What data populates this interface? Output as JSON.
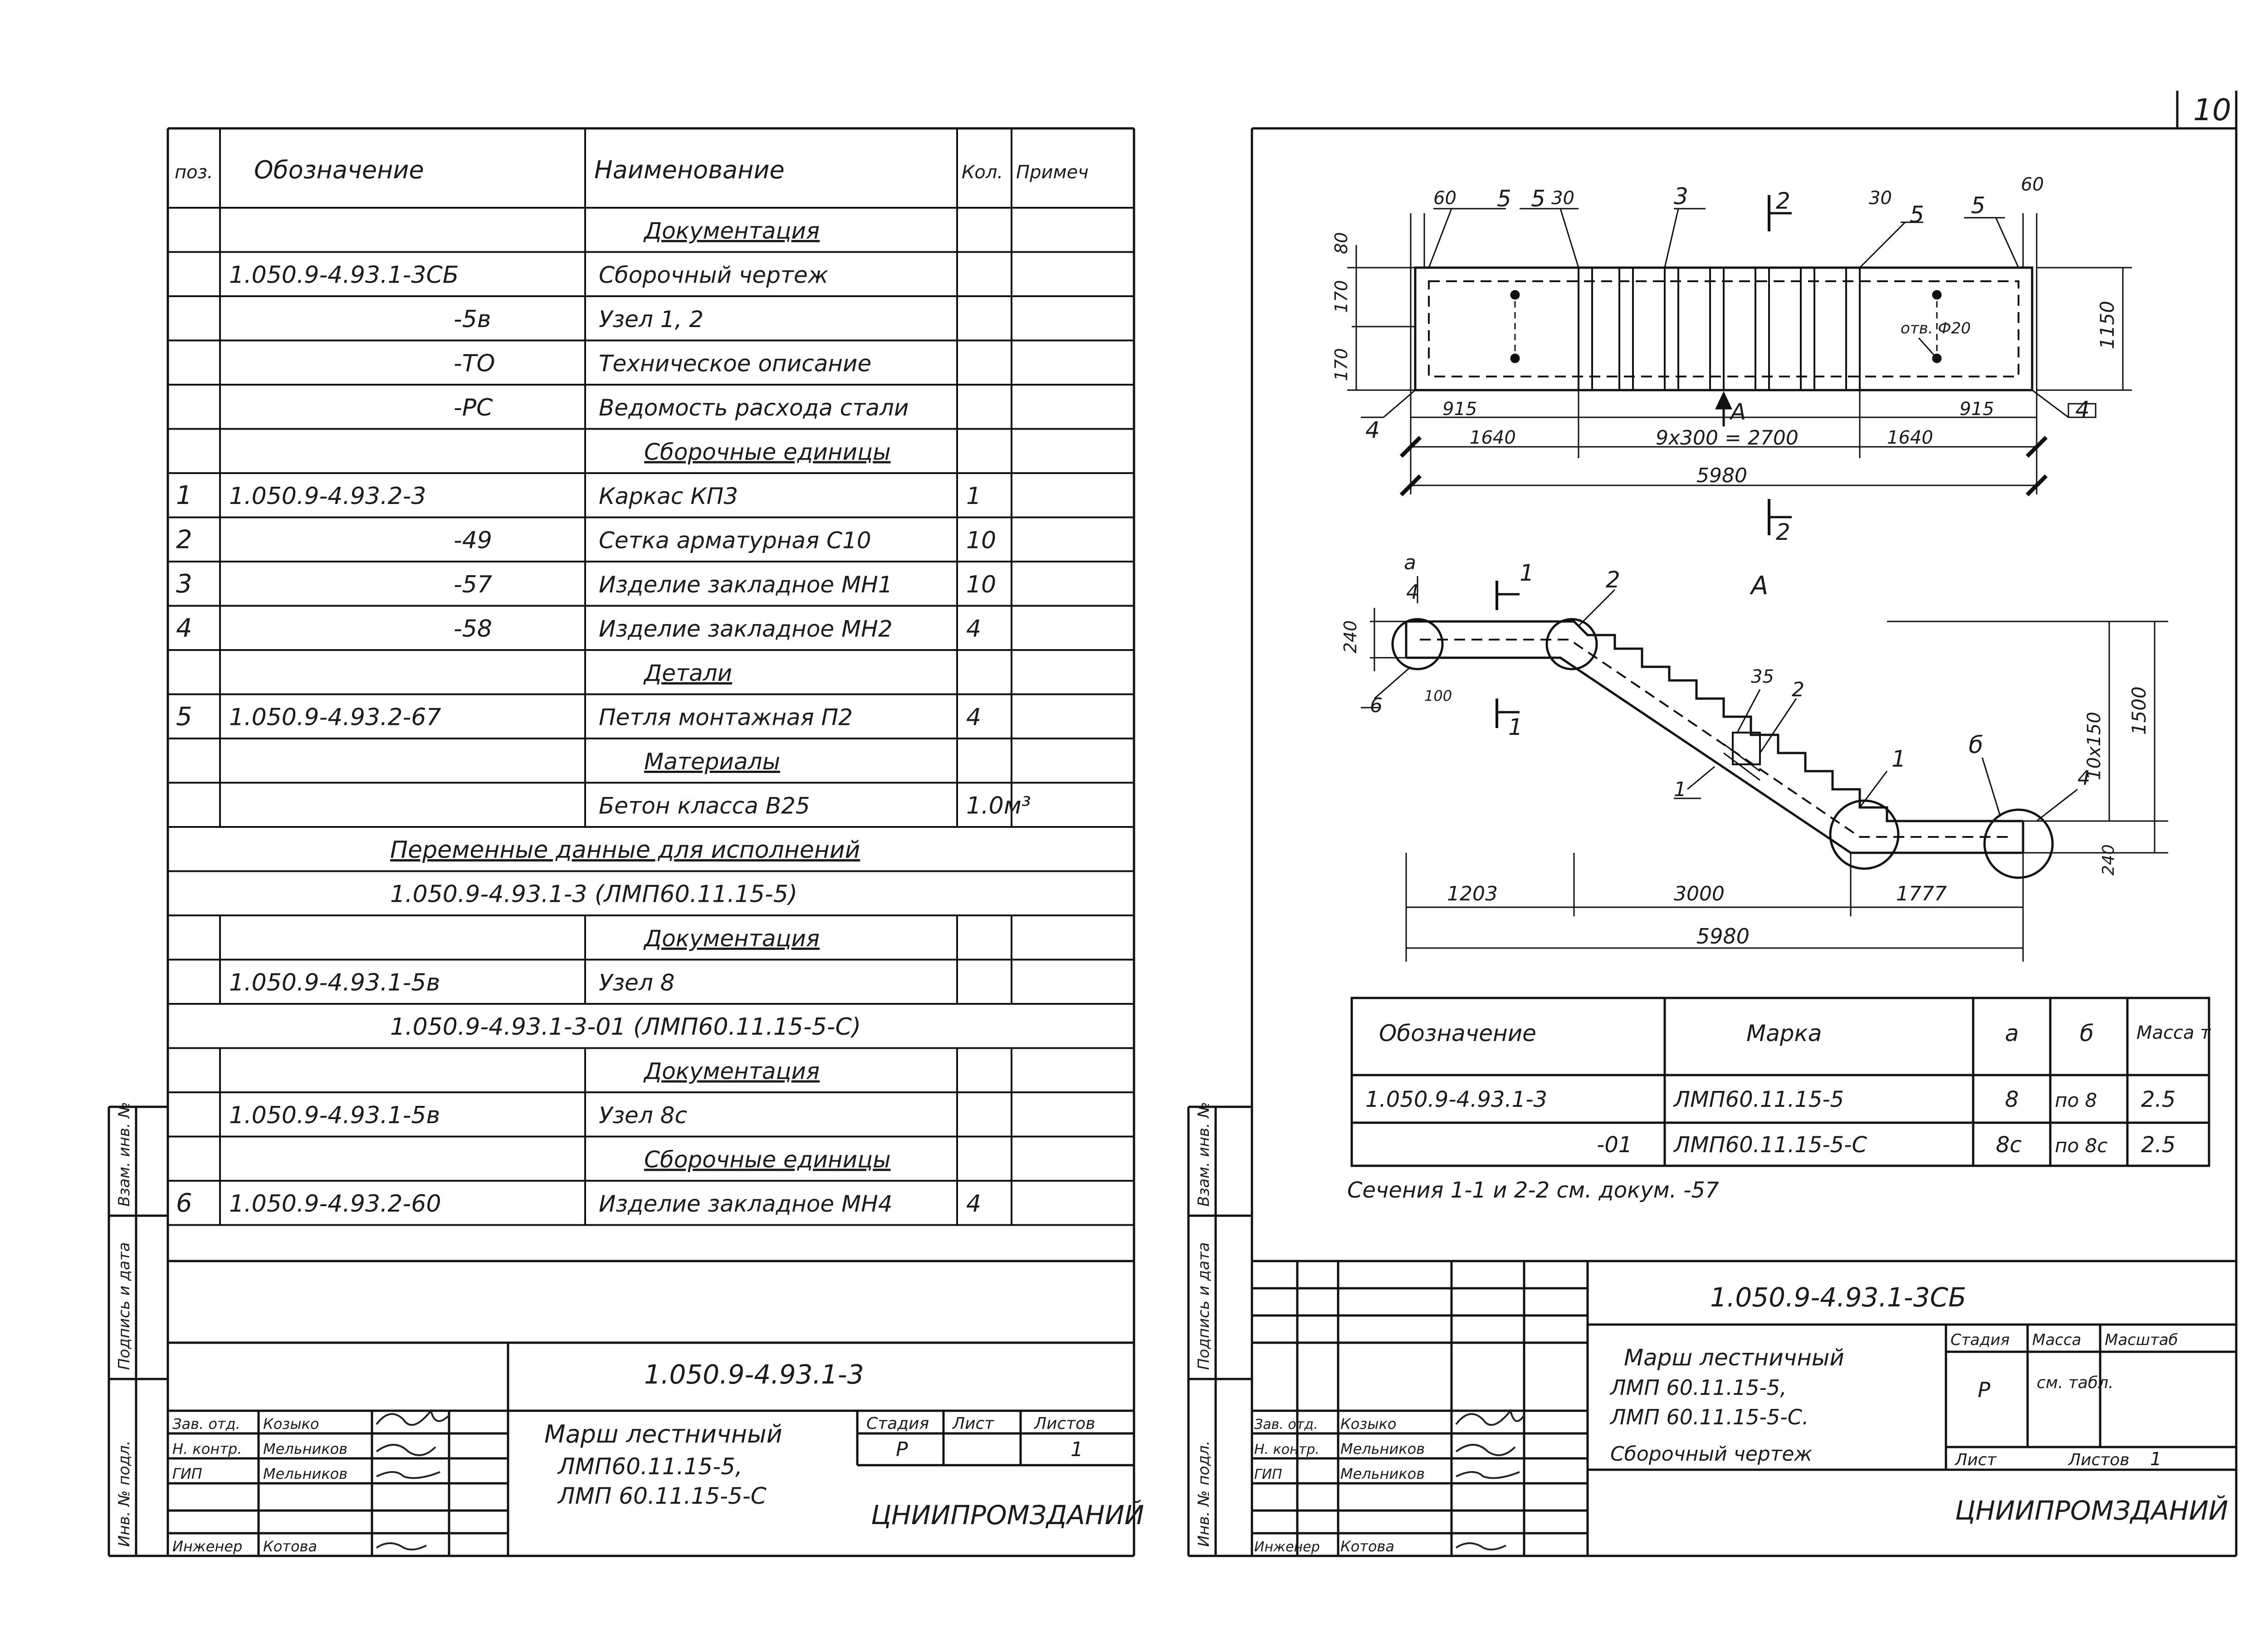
{
  "page_number": "10",
  "spec": {
    "headers": [
      "поз.",
      "Обозначение",
      "Наименование",
      "Кол.",
      "Примеч"
    ],
    "rows": [
      {
        "pos": "",
        "designation": "",
        "name": "Документация",
        "qty": "",
        "note": "",
        "heading": true
      },
      {
        "pos": "",
        "designation": "1.050.9-4.93.1-3СБ",
        "name": "Сборочный чертеж",
        "qty": "",
        "note": ""
      },
      {
        "pos": "",
        "designation": "-5в",
        "name": "Узел 1, 2",
        "qty": "",
        "note": ""
      },
      {
        "pos": "",
        "designation": "-ТО",
        "name": "Техническое описание",
        "qty": "",
        "note": ""
      },
      {
        "pos": "",
        "designation": "-РС",
        "name": "Ведомость расхода стали",
        "qty": "",
        "note": ""
      },
      {
        "pos": "",
        "designation": "",
        "name": "Сборочные единицы",
        "qty": "",
        "note": "",
        "heading": true
      },
      {
        "pos": "1",
        "designation": "1.050.9-4.93.2-3",
        "name": "Каркас КП3",
        "qty": "1",
        "note": ""
      },
      {
        "pos": "2",
        "designation": "-49",
        "name": "Сетка арматурная С10",
        "qty": "10",
        "note": ""
      },
      {
        "pos": "3",
        "designation": "-57",
        "name": "Изделие закладное МН1",
        "qty": "10",
        "note": ""
      },
      {
        "pos": "4",
        "designation": "-58",
        "name": "Изделие закладное МН2",
        "qty": "4",
        "note": ""
      },
      {
        "pos": "",
        "designation": "",
        "name": "Детали",
        "qty": "",
        "note": "",
        "heading": true
      },
      {
        "pos": "5",
        "designation": "1.050.9-4.93.2-67",
        "name": "Петля монтажная П2",
        "qty": "4",
        "note": ""
      },
      {
        "pos": "",
        "designation": "",
        "name": "Материалы",
        "qty": "",
        "note": "",
        "heading": true
      },
      {
        "pos": "",
        "designation": "",
        "name": "Бетон класса В25",
        "qty": "1.0м³",
        "note": ""
      },
      {
        "pos": "",
        "designation": "",
        "name": "",
        "qty": "",
        "note": "",
        "span": "Переменные данные для исполнений"
      },
      {
        "pos": "",
        "designation": "",
        "name": "",
        "qty": "",
        "note": "",
        "span": "1.050.9-4.93.1-3 (ЛМП60.11.15-5)"
      },
      {
        "pos": "",
        "designation": "",
        "name": "Документация",
        "qty": "",
        "note": "",
        "heading": true
      },
      {
        "pos": "",
        "designation": "1.050.9-4.93.1-5в",
        "name": "Узел 8",
        "qty": "",
        "note": ""
      },
      {
        "pos": "",
        "designation": "",
        "name": "",
        "qty": "",
        "note": "",
        "span": "1.050.9-4.93.1-3-01 (ЛМП60.11.15-5-С)"
      },
      {
        "pos": "",
        "designation": "",
        "name": "Документация",
        "qty": "",
        "note": "",
        "heading": true
      },
      {
        "pos": "",
        "designation": "1.050.9-4.93.1-5в",
        "name": "Узел 8с",
        "qty": "",
        "note": ""
      },
      {
        "pos": "",
        "designation": "",
        "name": "Сборочные единицы",
        "qty": "",
        "note": "",
        "heading": true
      },
      {
        "pos": "6",
        "designation": "1.050.9-4.93.2-60",
        "name": "Изделие закладное МН4",
        "qty": "4",
        "note": ""
      }
    ]
  },
  "left_title_block": {
    "code": "1.050.9-4.93.1-3",
    "title": "Марш лестничный",
    "title_line2": "ЛМП60.11.15-5,",
    "title_line3": "ЛМП 60.11.15-5-С",
    "stage_label": "Стадия",
    "sheet_label": "Лист",
    "sheets_label": "Листов",
    "stage": "Р",
    "sheets": "1",
    "org": "ЦНИИПРОМЗДАНИЙ",
    "roles": [
      {
        "role": "Зав. отд.",
        "name": "Козыко"
      },
      {
        "role": "Н. контр.",
        "name": "Мельников"
      },
      {
        "role": "ГИП",
        "name": "Мельников"
      },
      {
        "role": "Инженер",
        "name": "Котова"
      }
    ]
  },
  "side_stamps": [
    "Взам. инв. №",
    "Подпись и дата",
    "Инв. № подл."
  ],
  "plan": {
    "labels": {
      "p5a": "5",
      "p5b": "5",
      "p3": "3",
      "p5c": "5",
      "p5d": "5",
      "p4a": "4",
      "p4b": "4",
      "sec2": "2",
      "sec2b": "2",
      "arrowA": "А",
      "hole": "отв. Ф20"
    },
    "dims": {
      "d60a": "60",
      "d30a": "30",
      "d30b": "30",
      "d60b": "60",
      "d80": "80",
      "d170a": "170",
      "d170b": "170",
      "d1150": "1150",
      "d915a": "915",
      "d915b": "915",
      "d1640a": "1640",
      "d2700": "9x300 = 2700",
      "d1640b": "1640",
      "d5980": "5980"
    }
  },
  "section": {
    "title": "А",
    "labels": {
      "a": "а",
      "c4a": "4",
      "c2": "2",
      "s1a": "1",
      "s1b": "1",
      "c6": "6",
      "c100": "100",
      "c35": "35",
      "c2b": "2",
      "c1a": "1",
      "c1b": "1",
      "cb": "б",
      "c4b": "4"
    },
    "dims": {
      "d240a": "240",
      "d10x150": "10x150",
      "d1500": "1500",
      "d240b": "240",
      "d1203": "1203",
      "d3000": "3000",
      "d1777": "1777",
      "d5980": "5980"
    }
  },
  "variants": {
    "headers": [
      "Обозначение",
      "Марка",
      "а",
      "б",
      "Масса т"
    ],
    "rows": [
      {
        "designation": "1.050.9-4.93.1-3",
        "mark": "ЛМП60.11.15-5",
        "a": "8",
        "b": "по 8",
        "mass": "2.5"
      },
      {
        "designation": "-01",
        "mark": "ЛМП60.11.15-5-С",
        "a": "8с",
        "b": "по 8с",
        "mass": "2.5"
      }
    ]
  },
  "note": "Сечения 1-1 и 2-2 см. докум. -57",
  "right_title_block": {
    "code": "1.050.9-4.93.1-3СБ",
    "title": "Марш лестничный",
    "title_line2": "ЛМП 60.11.15-5,",
    "title_line3": "ЛМП 60.11.15-5-С.",
    "title_line4": "Сборочный чертеж",
    "stage_label": "Стадия",
    "mass_label": "Масса",
    "scale_label": "Масштаб",
    "stage": "Р",
    "mass": "см. табл.",
    "sheet_label": "Лист",
    "sheets_label": "Листов",
    "sheets": "1",
    "org": "ЦНИИПРОМЗДАНИЙ",
    "roles": [
      {
        "role": "Зав. отд.",
        "name": "Козыко"
      },
      {
        "role": "Н. контр.",
        "name": "Мельников"
      },
      {
        "role": "ГИП",
        "name": "Мельников"
      },
      {
        "role": "Инженер",
        "name": "Котова"
      }
    ]
  }
}
